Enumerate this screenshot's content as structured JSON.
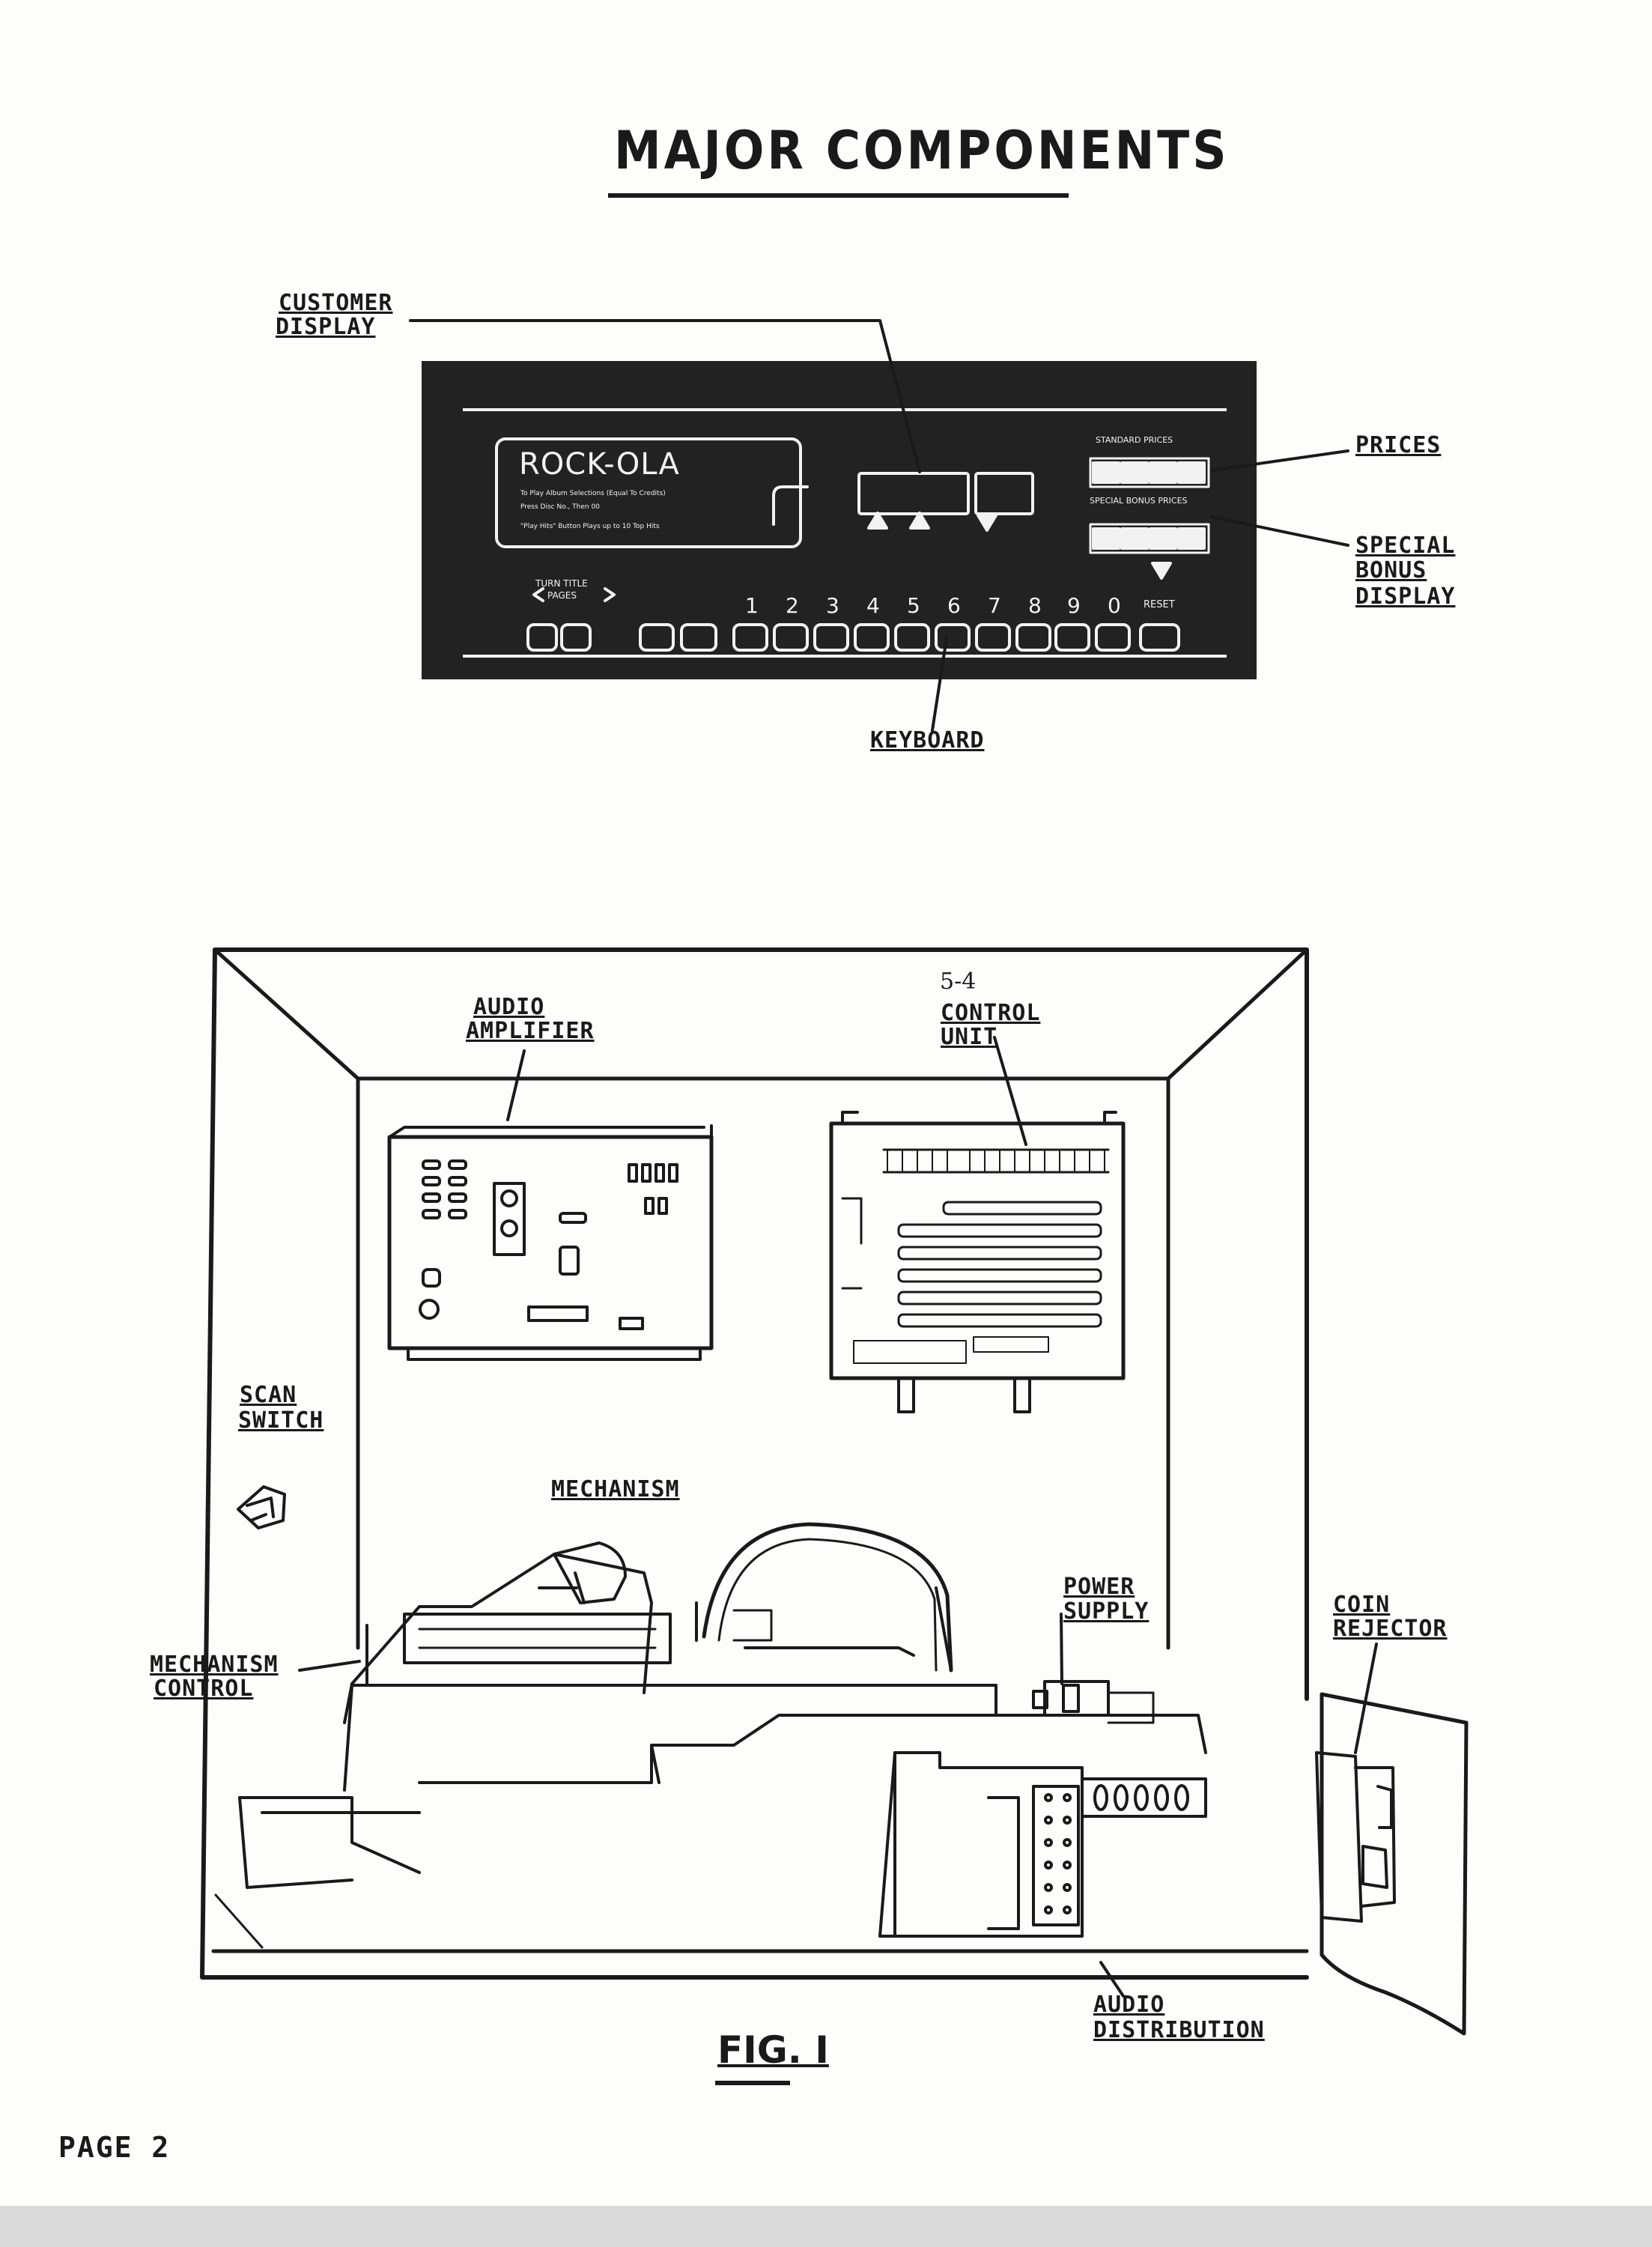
{
  "title": "MAJOR COMPONENTS",
  "labels": {
    "customer_display": [
      "CUSTOMER",
      "DISPLAY"
    ],
    "prices": "PRICES",
    "special_bonus_display": [
      "SPECIAL",
      "BONUS",
      "DISPLAY"
    ],
    "keyboard": "KEYBOARD",
    "audio_amplifier": [
      "AUDIO",
      "AMPLIFIER"
    ],
    "control_unit_note": "5-4",
    "control_unit": [
      "CONTROL",
      "UNIT"
    ],
    "scan_switch": [
      "SCAN",
      "SWITCH"
    ],
    "mechanism": "MECHANISM",
    "power_supply": [
      "POWER",
      "SUPPLY"
    ],
    "coin_rejector": [
      "COIN",
      "REJECTOR"
    ],
    "mechanism_control": [
      "MECHANISM",
      "CONTROL"
    ],
    "audio_distribution": [
      "AUDIO",
      "DISTRIBUTION"
    ]
  },
  "panel": {
    "brand": "ROCK-OLA",
    "instructions": [
      "To Play Album Selections (Equal To Credits)",
      "Press Disc No., Then 00",
      "\"Play Hits\" Button Plays up to 10 Top Hits"
    ],
    "standard_prices": "STANDARD PRICES",
    "special_bonus_prices": "SPECIAL BONUS PRICES",
    "turn_title_pages": [
      "TURN TITLE",
      "PAGES"
    ],
    "keys": [
      "1",
      "2",
      "3",
      "4",
      "5",
      "6",
      "7",
      "8",
      "9",
      "0"
    ],
    "reset": "RESET"
  },
  "figure_caption": "FIG. I",
  "page_number": "PAGE 2"
}
